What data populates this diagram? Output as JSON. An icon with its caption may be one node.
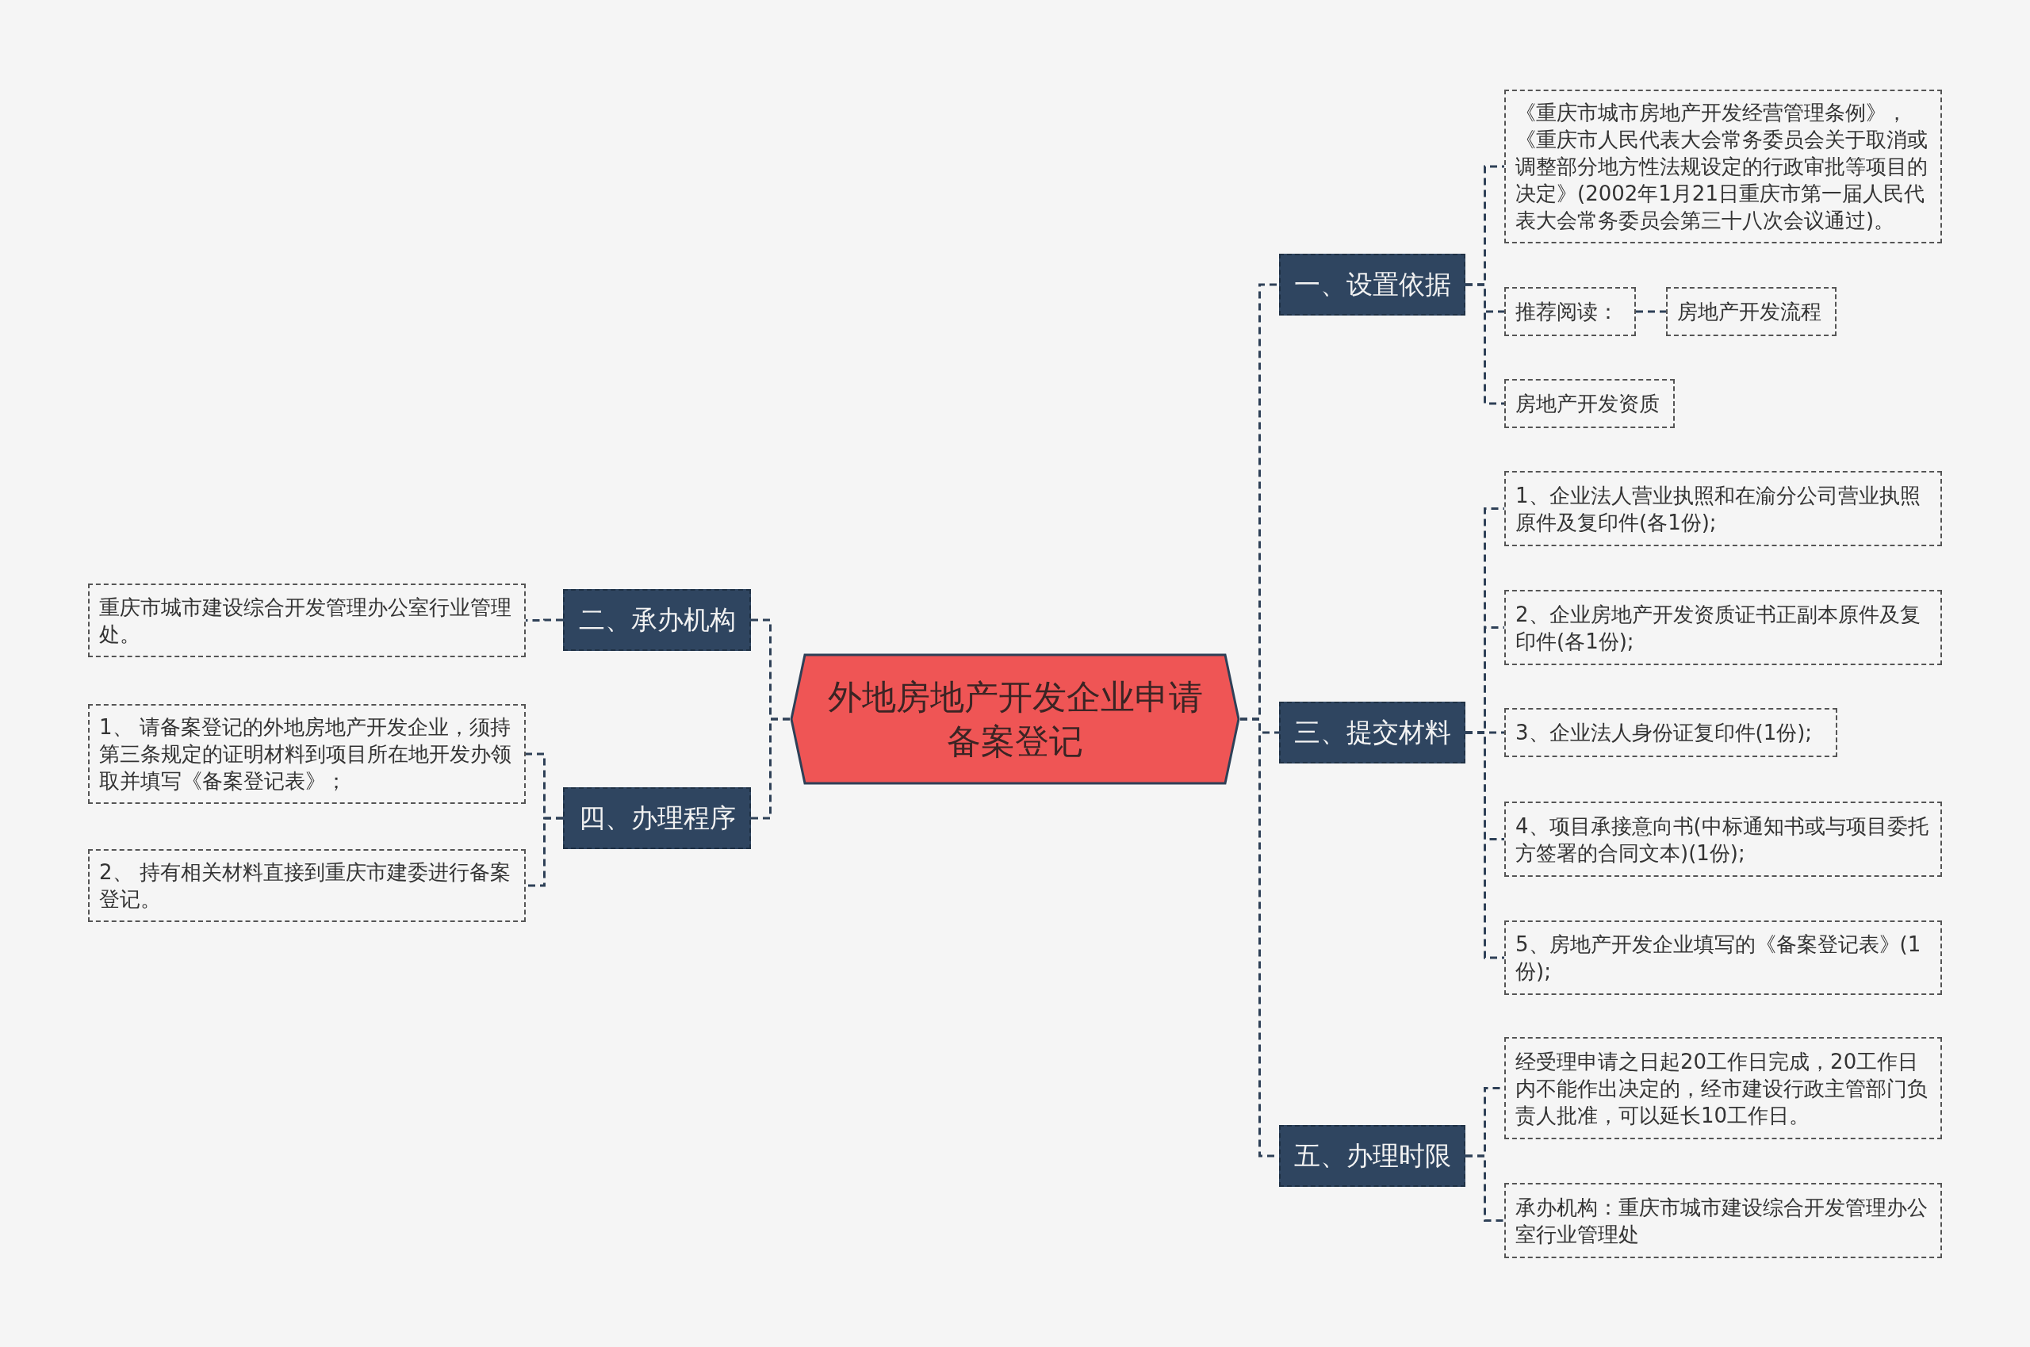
{
  "diagram": {
    "nodes": [
      {
        "text": [
          "外地房地产开发企业申请备案登记"
        ]
      },
      {
        "text": [
          "一、设置依据"
        ]
      },
      {
        "text": [
          "《重庆市城市房地产开发经营管理条例》，《重庆市人民代表大会常务委员会关于取消或调整部分地方性法规设定的行政审批等项目的决定》(2002年1月21日重庆市第一届人民代表大会常务委员会第三十八次会议通过)。"
        ]
      },
      {
        "text": [
          "推荐阅读："
        ]
      },
      {
        "text": [
          "房地产开发流程"
        ]
      },
      {
        "text": [
          "房地产开发资质"
        ]
      },
      {
        "text": [
          "二、承办机构"
        ]
      },
      {
        "text": [
          "重庆市城市建设综合开发管理办公室行业管理处。"
        ]
      },
      {
        "text": [
          "三、提交材料"
        ]
      },
      {
        "text": [
          "1、企业法人营业执照和在渝分公司营业执照原件及复印件(各1份);"
        ]
      },
      {
        "text": [
          "2、企业房地产开发资质证书正副本原件及复印件(各1份);"
        ]
      },
      {
        "text": [
          "3、企业法人身份证复印件(1份);"
        ]
      },
      {
        "text": [
          "4、项目承接意向书(中标通知书或与项目委托方签署的合同文本)(1份);"
        ]
      },
      {
        "text": [
          "5、房地产开发企业填写的《备案登记表》(1份);"
        ]
      },
      {
        "text": [
          "四、办理程序"
        ]
      },
      {
        "text": [
          "1、 请备案登记的外地房地产开发企业，须持第三条规定的证明材料到项目所在地开发办领取并填写《备案登记表》；"
        ]
      },
      {
        "text": [
          "2、 持有相关材料直接到重庆市建委进行备案登记。"
        ]
      },
      {
        "text": [
          "五、办理时限"
        ]
      },
      {
        "text": [
          "经受理申请之日起20工作日完成，20工作日内不能作出决定的，经市建设行政主管部门负责人批准，可以延长10工作日。"
        ]
      },
      {
        "text": [
          "承办机构：重庆市城市建设综合开发管理办公室行业管理处"
        ]
      }
    ],
    "edges": [
      {
        "from": 0,
        "to": 1,
        "arrow": "none"
      },
      {
        "from": 1,
        "to": 2,
        "arrow": "none"
      },
      {
        "from": 1,
        "to": 3,
        "arrow": "none"
      },
      {
        "from": 3,
        "to": 4,
        "arrow": "none"
      },
      {
        "from": 1,
        "to": 5,
        "arrow": "none"
      },
      {
        "from": 0,
        "to": 6,
        "arrow": "none"
      },
      {
        "from": 6,
        "to": 7,
        "arrow": "none"
      },
      {
        "from": 0,
        "to": 8,
        "arrow": "none"
      },
      {
        "from": 8,
        "to": 9,
        "arrow": "none"
      },
      {
        "from": 8,
        "to": 10,
        "arrow": "none"
      },
      {
        "from": 8,
        "to": 11,
        "arrow": "none"
      },
      {
        "from": 8,
        "to": 12,
        "arrow": "none"
      },
      {
        "from": 8,
        "to": 13,
        "arrow": "none"
      },
      {
        "from": 0,
        "to": 14,
        "arrow": "none"
      },
      {
        "from": 14,
        "to": 15,
        "arrow": "none"
      },
      {
        "from": 14,
        "to": 16,
        "arrow": "none"
      },
      {
        "from": 0,
        "to": 17,
        "arrow": "none"
      },
      {
        "from": 17,
        "to": 18,
        "arrow": "none"
      },
      {
        "from": 17,
        "to": 19,
        "arrow": "none"
      }
    ]
  }
}
